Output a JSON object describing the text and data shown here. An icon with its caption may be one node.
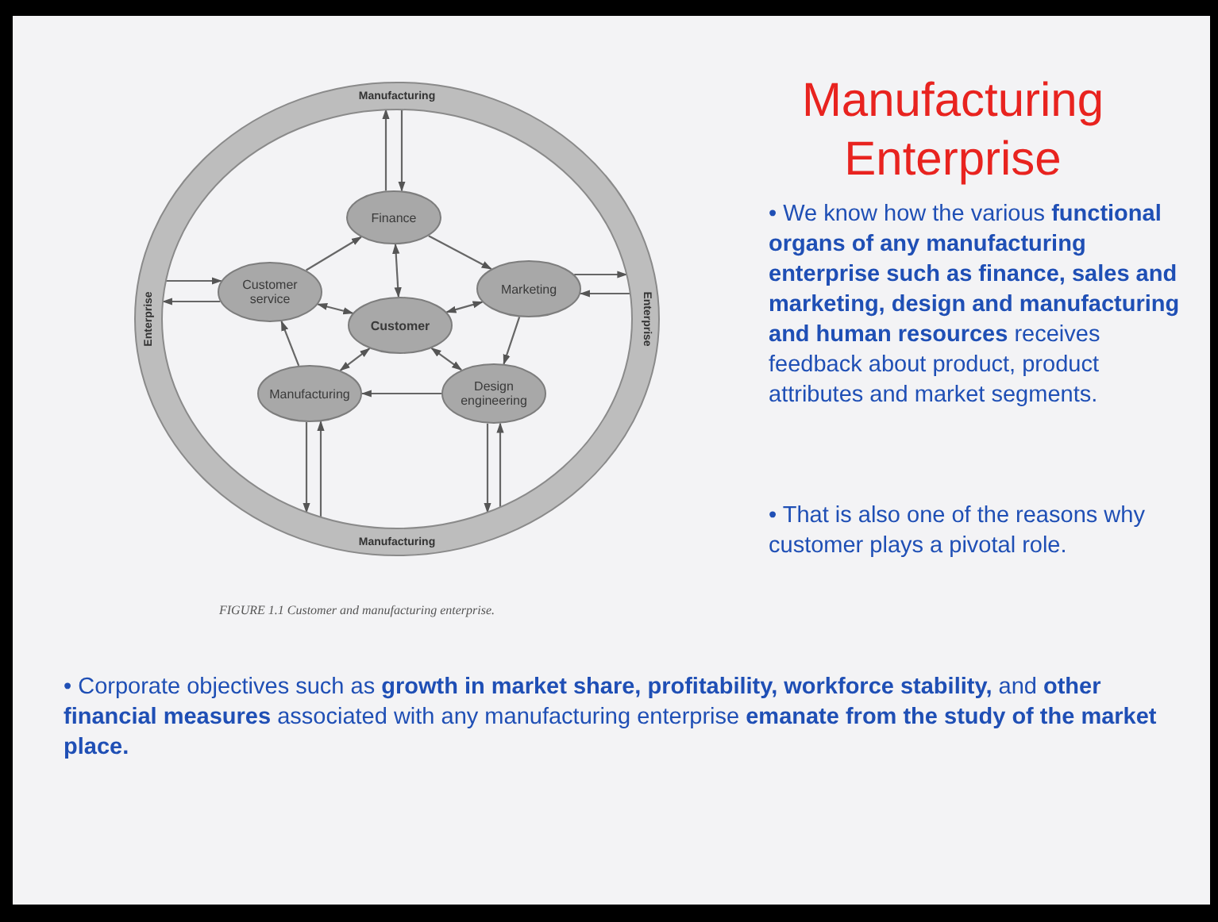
{
  "diagram": {
    "title": "Manufacturing Enterprise",
    "caption": "FIGURE 1.1 Customer and manufacturing enterprise.",
    "nodes": [
      {
        "text": [
          "Manufacturing",
          "Enterprise",
          "Manufacturing",
          "Enterprise"
        ]
      },
      {
        "text": [
          "Finance"
        ],
        "in": 0
      },
      {
        "text": [
          "Customer service"
        ],
        "in": 0
      },
      {
        "text": [
          "Marketing"
        ],
        "in": 0
      },
      {
        "text": [
          "Customer"
        ],
        "in": 0
      },
      {
        "text": [
          "Manufacturing"
        ],
        "in": 0
      },
      {
        "text": [
          "Design engineering"
        ],
        "in": 0
      }
    ],
    "edges": [
      {
        "from": 1,
        "to": 0,
        "arrow": "to"
      },
      {
        "from": 0,
        "to": 1,
        "arrow": "to"
      },
      {
        "from": 0,
        "to": 2,
        "arrow": "to"
      },
      {
        "from": 2,
        "to": 0,
        "arrow": "to"
      },
      {
        "from": 3,
        "to": 0,
        "arrow": "to"
      },
      {
        "from": 0,
        "to": 3,
        "arrow": "to"
      },
      {
        "from": 5,
        "to": 0,
        "arrow": "to"
      },
      {
        "from": 0,
        "to": 5,
        "arrow": "to"
      },
      {
        "from": 6,
        "to": 0,
        "arrow": "to"
      },
      {
        "from": 0,
        "to": 6,
        "arrow": "to"
      },
      {
        "from": 2,
        "to": 1,
        "arrow": "to"
      },
      {
        "from": 1,
        "to": 3,
        "arrow": "to"
      },
      {
        "from": 1,
        "to": 4,
        "arrow": "both"
      },
      {
        "from": 2,
        "to": 4,
        "arrow": "both"
      },
      {
        "from": 3,
        "to": 4,
        "arrow": "both"
      },
      {
        "from": 4,
        "to": 5,
        "arrow": "both"
      },
      {
        "from": 4,
        "to": 6,
        "arrow": "both"
      },
      {
        "from": 3,
        "to": 6,
        "arrow": "to"
      },
      {
        "from": 6,
        "to": 5,
        "arrow": "to"
      },
      {
        "from": 5,
        "to": 2,
        "arrow": "to"
      }
    ],
    "labels": [
      "• We know how the various **functional organs of any manufacturing enterprise such as finance, sales and marketing, design and manufacturing and human resources** receives feedback about product, product attributes and market segments.",
      "• That is also one of the reasons why customer plays a pivotal role.",
      "• Corporate objectives such as **growth in market share, profitability, workforce stability,** and **other financial measures** associated with any manufacturing enterprise **emanate from the study of the market place.**"
    ]
  }
}
